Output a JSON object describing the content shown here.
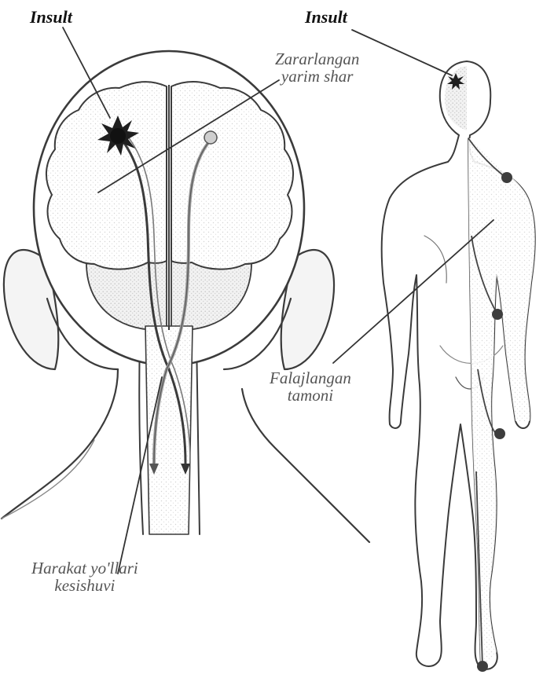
{
  "labels": {
    "insult_left": "Insult",
    "insult_right": "Insult",
    "damaged_hemisphere": [
      "Zararlangan",
      "yarim shar"
    ],
    "paralyzed_side": [
      "Falajlangan",
      "tamoni"
    ],
    "pathway_crossing": [
      "Harakat yo'llari",
      "kesishuvi"
    ]
  },
  "colors": {
    "outline": "#3b3b3b",
    "tissue": "#e8e8e8",
    "lesion": "#222222",
    "pathway": "#5a5a5a"
  }
}
